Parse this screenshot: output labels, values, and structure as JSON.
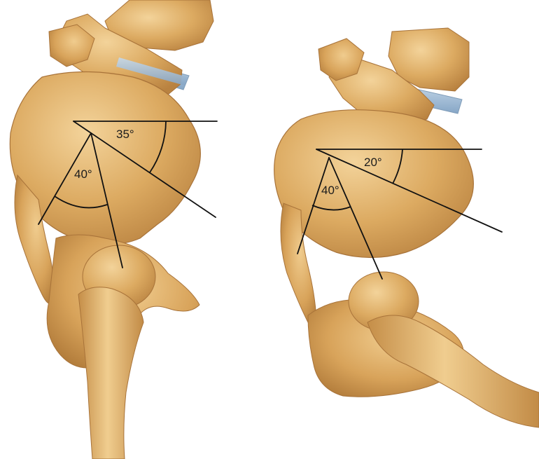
{
  "colors": {
    "bone": "#d9a55c",
    "bone_light": "#f0cd8f",
    "bone_shadow": "#b9843f",
    "disc": "#9ab8d4",
    "lines": "#111111",
    "background": "#ffffff"
  },
  "left_figure": {
    "upper_angle_label": "35°",
    "lower_angle_label": "40°"
  },
  "right_figure": {
    "upper_angle_label": "20°",
    "lower_angle_label": "40°"
  }
}
